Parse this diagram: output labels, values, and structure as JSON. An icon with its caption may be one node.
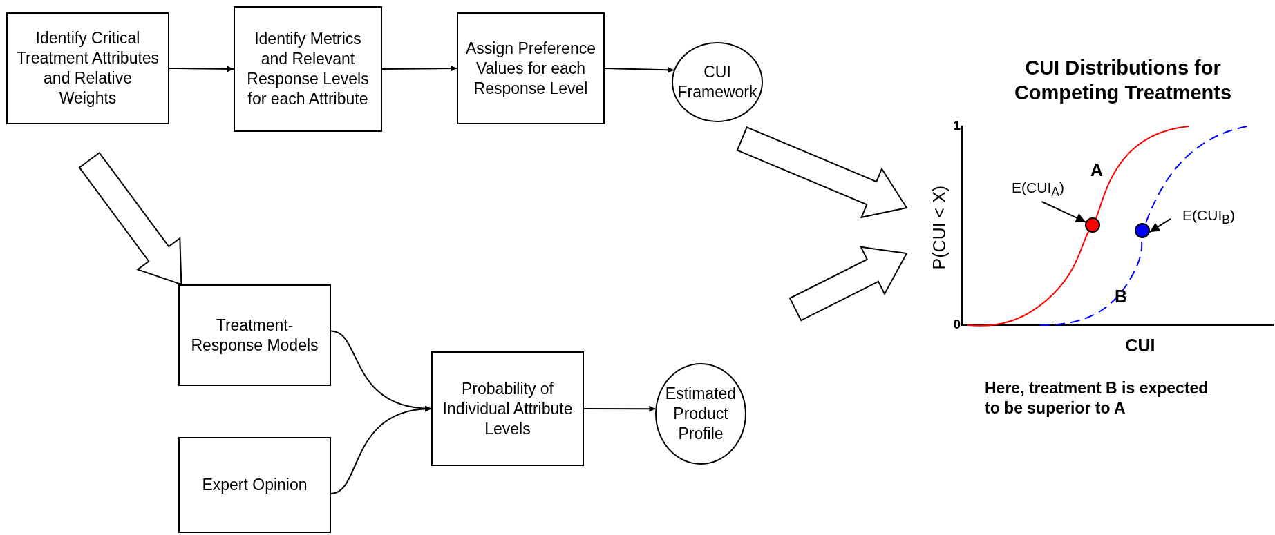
{
  "diagram": {
    "nodes": [
      {
        "text": [
          "Identify Critical Treatment Attributes and Relative Weights"
        ]
      },
      {
        "text": [
          "Identify Metrics and Relevant Response Levels for each Attribute"
        ]
      },
      {
        "text": [
          "Assign Preference Values for each Response Level"
        ]
      },
      {
        "text": [
          "CUI Framework"
        ]
      },
      {
        "text": [
          "Treatment-Response Models"
        ]
      },
      {
        "text": [
          "Expert Opinion"
        ]
      },
      {
        "text": [
          "Probability of Individual Attribute Levels"
        ]
      },
      {
        "text": [
          "Estimated Product Profile"
        ]
      },
      {
        "text": [],
        "shape": "chart"
      },
      {
        "text": [
          "E(CUI$_{A}$)"
        ],
        "in": 8
      },
      {
        "text": [],
        "shape": "circle",
        "in": 8
      },
      {
        "text": [
          "E(CUI$_{B}$)"
        ],
        "in": 8
      },
      {
        "text": [],
        "shape": "circle",
        "in": 8
      }
    ],
    "edges": [
      {
        "from": 0,
        "to": 1,
        "arrow": "to"
      },
      {
        "from": 1,
        "to": 2,
        "arrow": "to"
      },
      {
        "from": 2,
        "to": 3,
        "arrow": "to"
      },
      {
        "from": 4,
        "to": 6,
        "arrow": "to"
      },
      {
        "from": 5,
        "to": 6,
        "arrow": "to"
      },
      {
        "from": 6,
        "to": 7,
        "arrow": "to"
      },
      {
        "from": 0,
        "to": 4,
        "arrow": "to",
        "style": "thick"
      },
      {
        "from": 3,
        "to": 8,
        "arrow": "to",
        "style": "thick"
      },
      {
        "from": 7,
        "to": 8,
        "arrow": "to",
        "style": "thick"
      },
      {
        "from": 9,
        "to": 10,
        "arrow": "to"
      },
      {
        "from": 11,
        "to": 12,
        "arrow": "to"
      }
    ],
    "labels": [
      "CUI Distributions for Competing Treatments",
      "1",
      "P(CUI < X)",
      "A",
      "B",
      "0",
      "CUI",
      "Here, treatment B is expected to be superior to A"
    ]
  }
}
